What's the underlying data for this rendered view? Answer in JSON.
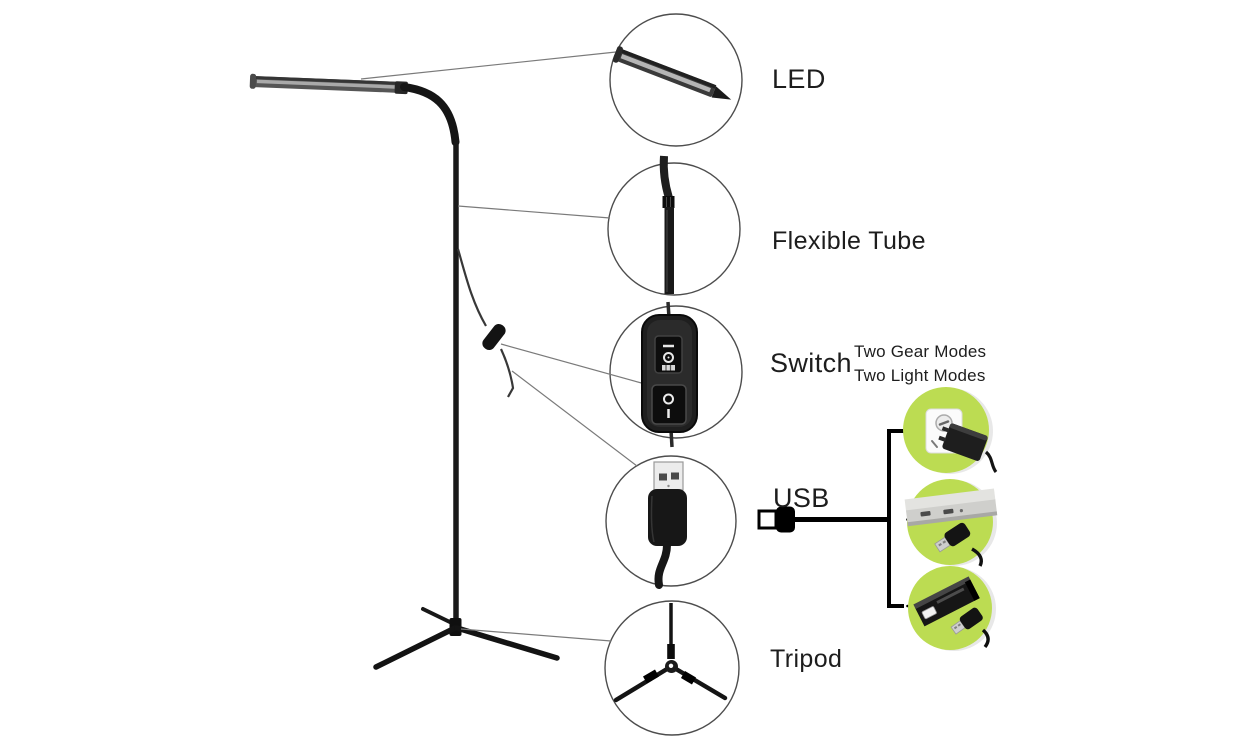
{
  "figure": {
    "type": "product-callout-diagram",
    "product": "LED floor lamp with tripod stand",
    "colors": {
      "background": "#ffffff",
      "accent_green": "#bcdc52",
      "callout_line": "#7a7a7a",
      "ink": "#1d1d1d",
      "bracket": "#000000"
    }
  },
  "callouts": [
    {
      "id": "led",
      "label": "LED",
      "icon": "led-bar-icon"
    },
    {
      "id": "flexible-tube",
      "label": "Flexible Tube",
      "icon": "flexible-tube-icon"
    },
    {
      "id": "switch",
      "label": "Switch",
      "icon": "switch-remote-icon",
      "notes": [
        "Two Gear Modes",
        "Two Light Modes"
      ]
    },
    {
      "id": "usb",
      "label": "USB",
      "icon": "usb-plug-icon",
      "power_sources": [
        "wall-outlet",
        "laptop",
        "power-bank"
      ]
    },
    {
      "id": "tripod",
      "label": "Tripod",
      "icon": "tripod-icon"
    }
  ]
}
